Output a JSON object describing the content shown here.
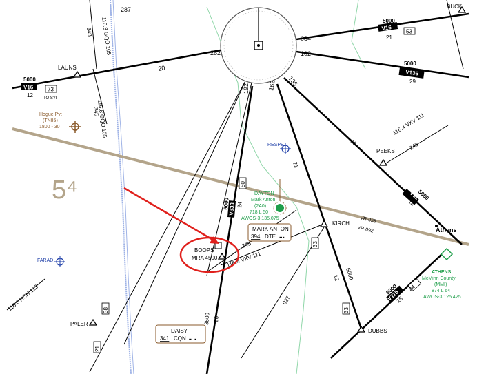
{
  "map": {
    "sector_number": "5⁴",
    "colors": {
      "airway": "#000000",
      "boundary": "#b3a48a",
      "terrain_contour": "#8fd6a8",
      "blue_line": "#9fb3e6",
      "airport_green": "#1f9e4a",
      "airport_brown": "#8a5a2b",
      "waypoint_blue": "#1f3fa8",
      "callout_red": "#e0201c"
    },
    "vor": {
      "radials": [
        "287",
        "084",
        "102",
        "136",
        "162",
        "192",
        "262"
      ]
    },
    "airways": [
      {
        "label": "V16",
        "mea": "5000",
        "mileage": "12",
        "mileage2": "73",
        "to": "TO SYI"
      },
      {
        "label": "V16",
        "mea": "5000",
        "mileage": "21",
        "mileage2": "53"
      },
      {
        "label": "V136",
        "mea": "5000",
        "mileage": "29"
      },
      {
        "label": "V51",
        "mea": "5000",
        "mileage": "12"
      },
      {
        "label": "V333",
        "mea": "5000",
        "mileage": "24",
        "mileage2": "50"
      },
      {
        "label": "V115",
        "mea": "3000",
        "mileage": "15",
        "mileage2": "84"
      }
    ],
    "radial_labels": [
      "116.8 GQO 105",
      "116.8 GQO 105",
      "116.4 VXV 111",
      "116.4 VXV 111",
      "116.6 HCH 123",
      "348",
      "345",
      "246",
      "245",
      "027",
      "21",
      "19",
      "20",
      "26",
      "3500",
      "12",
      "5000",
      "33",
      "33",
      "38",
      "21"
    ],
    "waypoints": [
      {
        "name": "LAUNS"
      },
      {
        "name": "PEEKS"
      },
      {
        "name": "KIRCH"
      },
      {
        "name": "DUBBS"
      },
      {
        "name": "PALER"
      },
      {
        "name": "BOOPS",
        "mra": "MRA 4500"
      },
      {
        "name": "RESPE"
      },
      {
        "name": "FARAD"
      },
      {
        "name": "BUCKI"
      }
    ],
    "airports": [
      {
        "name": "Hogue Pvt",
        "id": "(TN85)",
        "info": "1800 - 30"
      },
      {
        "name": "DAYTON",
        "sub": "Mark Anton",
        "id": "(2A0)",
        "info": "718 L 50",
        "comm": "AWOS-3 135.075"
      },
      {
        "name": "ATHENS",
        "sub": "McMinn County",
        "id": "(MMI)",
        "info": "874 L 64",
        "comm": "AWOS-3 125.425"
      },
      {
        "name": "Athens"
      }
    ],
    "navaid_boxes": [
      {
        "name": "MARK ANTON",
        "freq": "394",
        "ident": "DTE",
        "morse": "▪▪▪ ▪"
      },
      {
        "name": "DAISY",
        "freq": "341",
        "ident": "CQN",
        "morse": "▪▪▪ ▪▪"
      }
    ],
    "vr_routes": [
      "VR-058",
      "VR-092"
    ]
  }
}
